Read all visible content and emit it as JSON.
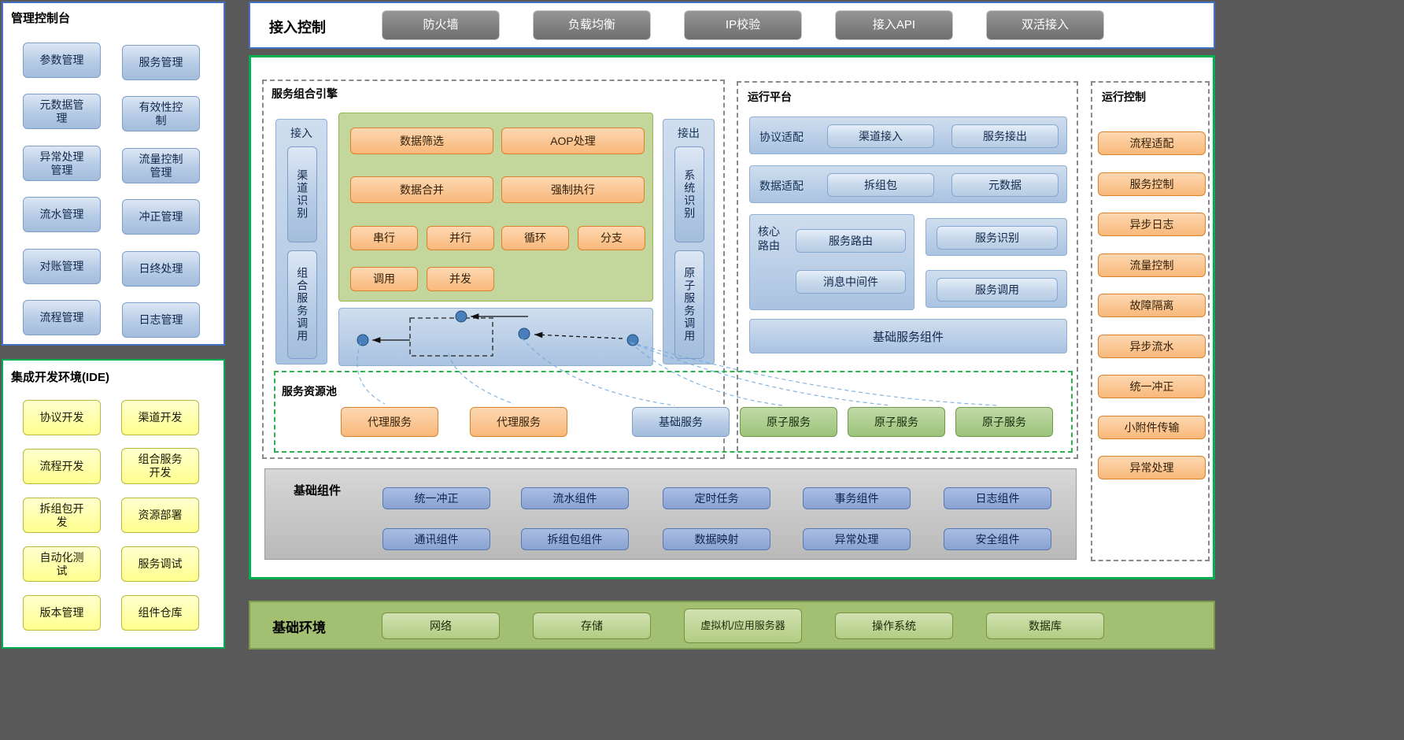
{
  "console": {
    "title": "管理控制台",
    "col1": [
      "参数管理",
      "元数据管理",
      "异常处理管理",
      "流水管理",
      "对账管理",
      "流程管理"
    ],
    "col2": [
      "服务管理",
      "有效性控制",
      "流量控制管理",
      "冲正管理",
      "日终处理",
      "日志管理"
    ]
  },
  "ide": {
    "title": "集成开发环境(IDE)",
    "col1": [
      "协议开发",
      "流程开发",
      "拆组包开发",
      "自动化测试",
      "版本管理"
    ],
    "col2": [
      "渠道开发",
      "组合服务开发",
      "资源部署",
      "服务调试",
      "组件仓库"
    ]
  },
  "access": {
    "title": "接入控制",
    "items": [
      "防火墙",
      "负载均衡",
      "IP校验",
      "接入API",
      "双活接入"
    ]
  },
  "engine": {
    "title": "服务组合引擎",
    "in_label": "接入",
    "in_items": [
      "渠道识别",
      "组合服务调用"
    ],
    "out_label": "接出",
    "out_items": [
      "系统识别",
      "原子服务调用"
    ],
    "row1": [
      "数据筛选",
      "AOP处理"
    ],
    "row2": [
      "数据合并",
      "强制执行"
    ],
    "row3": [
      "串行",
      "并行",
      "循环",
      "分支"
    ],
    "row4": [
      "调用",
      "并发"
    ]
  },
  "pool": {
    "title": "服务资源池",
    "proxies": [
      "代理服务",
      "代理服务"
    ],
    "base": "基础服务",
    "atomic": [
      "原子服务",
      "原子服务",
      "原子服务"
    ]
  },
  "platform": {
    "title": "运行平台",
    "protocol_label": "协议适配",
    "protocol_items": [
      "渠道接入",
      "服务接出"
    ],
    "data_label": "数据适配",
    "data_items": [
      "拆组包",
      "元数据"
    ],
    "routing_label": "核心路由",
    "routing_items": [
      "服务路由",
      "消息中间件"
    ],
    "side_items": [
      "服务识别",
      "服务调用"
    ],
    "base_bar": "基础服务组件"
  },
  "control": {
    "title": "运行控制",
    "items": [
      "流程适配",
      "服务控制",
      "异步日志",
      "流量控制",
      "故障隔离",
      "异步流水",
      "统一冲正",
      "小附件传输",
      "异常处理"
    ]
  },
  "components": {
    "title": "基础组件",
    "row1": [
      "统一冲正",
      "流水组件",
      "定时任务",
      "事务组件",
      "日志组件"
    ],
    "row2": [
      "通讯组件",
      "拆组包组件",
      "数据映射",
      "异常处理",
      "安全组件"
    ]
  },
  "environment": {
    "title": "基础环境",
    "items": [
      "网络",
      "存储",
      "虚拟机/应用服务器",
      "操作系统",
      "数据库"
    ]
  },
  "colors": {
    "background": "#595959",
    "blue_panel_border": "#4472c4",
    "green_panel_border": "#00b050",
    "blue_node": "#b8cce4",
    "orange_node": "#fac08f",
    "yellow_node": "#ffff99",
    "green_node": "#9bc37a",
    "gray_node": "#808080",
    "periwinkle_node": "#8aa3d2",
    "env_bar": "#a3bf72"
  }
}
